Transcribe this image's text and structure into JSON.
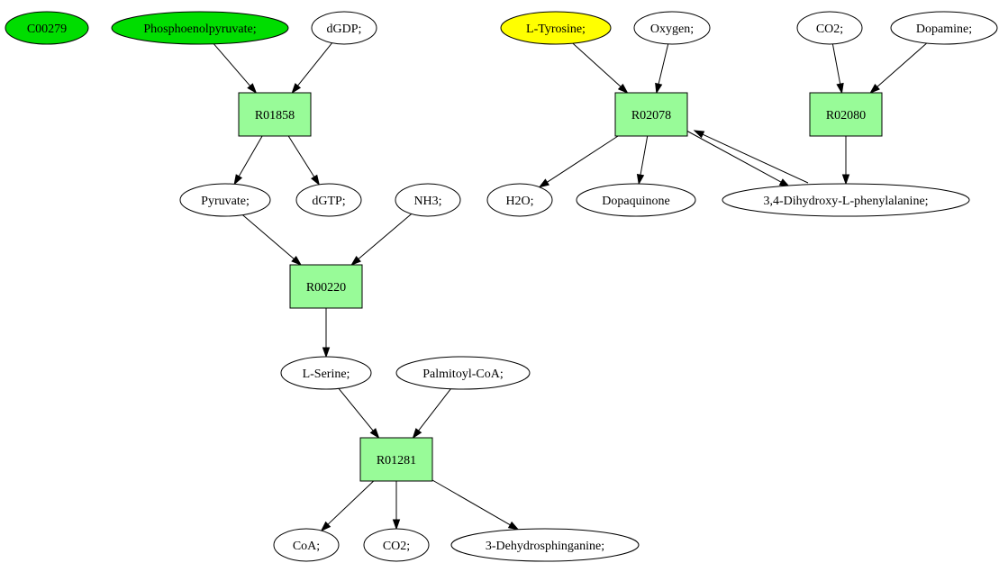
{
  "colors": {
    "background": "#ffffff",
    "default_compound_fill": "#ffffff",
    "highlight_green": "#00dd00",
    "highlight_yellow": "#ffff00",
    "reaction_fill": "#98fb98",
    "stroke": "#000000"
  },
  "nodes": [
    {
      "id": "C00279",
      "label": "C00279",
      "kind": "compound",
      "fill": "#00dd00"
    },
    {
      "id": "phosphoenolpyruvate",
      "label": "Phosphoenolpyruvate;",
      "kind": "compound",
      "fill": "#00dd00"
    },
    {
      "id": "dGDP",
      "label": "dGDP;",
      "kind": "compound",
      "fill": "#ffffff"
    },
    {
      "id": "R01858",
      "label": "R01858",
      "kind": "reaction",
      "fill": "#98fb98"
    },
    {
      "id": "pyruvate",
      "label": "Pyruvate;",
      "kind": "compound",
      "fill": "#ffffff"
    },
    {
      "id": "dGTP",
      "label": "dGTP;",
      "kind": "compound",
      "fill": "#ffffff"
    },
    {
      "id": "NH3",
      "label": "NH3;",
      "kind": "compound",
      "fill": "#ffffff"
    },
    {
      "id": "R00220",
      "label": "R00220",
      "kind": "reaction",
      "fill": "#98fb98"
    },
    {
      "id": "lserine",
      "label": "L-Serine;",
      "kind": "compound",
      "fill": "#ffffff"
    },
    {
      "id": "palmitoylcoa",
      "label": "Palmitoyl-CoA;",
      "kind": "compound",
      "fill": "#ffffff"
    },
    {
      "id": "R01281",
      "label": "R01281",
      "kind": "reaction",
      "fill": "#98fb98"
    },
    {
      "id": "coa",
      "label": "CoA;",
      "kind": "compound",
      "fill": "#ffffff"
    },
    {
      "id": "co2_bottom",
      "label": "CO2;",
      "kind": "compound",
      "fill": "#ffffff"
    },
    {
      "id": "dehydrosphinganine",
      "label": "3-Dehydrosphinganine;",
      "kind": "compound",
      "fill": "#ffffff"
    },
    {
      "id": "ltyrosine",
      "label": "L-Tyrosine;",
      "kind": "compound",
      "fill": "#ffff00"
    },
    {
      "id": "oxygen",
      "label": "Oxygen;",
      "kind": "compound",
      "fill": "#ffffff"
    },
    {
      "id": "R02078",
      "label": "R02078",
      "kind": "reaction",
      "fill": "#98fb98"
    },
    {
      "id": "h2o",
      "label": "H2O;",
      "kind": "compound",
      "fill": "#ffffff"
    },
    {
      "id": "dopaquinone",
      "label": "Dopaquinone",
      "kind": "compound",
      "fill": "#ffffff"
    },
    {
      "id": "co2_top",
      "label": "CO2;",
      "kind": "compound",
      "fill": "#ffffff"
    },
    {
      "id": "dopamine",
      "label": "Dopamine;",
      "kind": "compound",
      "fill": "#ffffff"
    },
    {
      "id": "R02080",
      "label": "R02080",
      "kind": "reaction",
      "fill": "#98fb98"
    },
    {
      "id": "ldopa",
      "label": "3,4-Dihydroxy-L-phenylalanine;",
      "kind": "compound",
      "fill": "#ffffff"
    }
  ],
  "edges": [
    {
      "from": "phosphoenolpyruvate",
      "to": "R01858"
    },
    {
      "from": "dGDP",
      "to": "R01858"
    },
    {
      "from": "R01858",
      "to": "pyruvate"
    },
    {
      "from": "R01858",
      "to": "dGTP"
    },
    {
      "from": "pyruvate",
      "to": "R00220"
    },
    {
      "from": "NH3",
      "to": "R00220"
    },
    {
      "from": "R00220",
      "to": "lserine"
    },
    {
      "from": "lserine",
      "to": "R01281"
    },
    {
      "from": "palmitoylcoa",
      "to": "R01281"
    },
    {
      "from": "R01281",
      "to": "coa"
    },
    {
      "from": "R01281",
      "to": "co2_bottom"
    },
    {
      "from": "R01281",
      "to": "dehydrosphinganine"
    },
    {
      "from": "ltyrosine",
      "to": "R02078"
    },
    {
      "from": "oxygen",
      "to": "R02078"
    },
    {
      "from": "R02078",
      "to": "h2o"
    },
    {
      "from": "R02078",
      "to": "dopaquinone"
    },
    {
      "from": "R02078",
      "to": "ldopa"
    },
    {
      "from": "ldopa",
      "to": "R02078"
    },
    {
      "from": "co2_top",
      "to": "R02080"
    },
    {
      "from": "dopamine",
      "to": "R02080"
    },
    {
      "from": "R02080",
      "to": "ldopa"
    }
  ]
}
